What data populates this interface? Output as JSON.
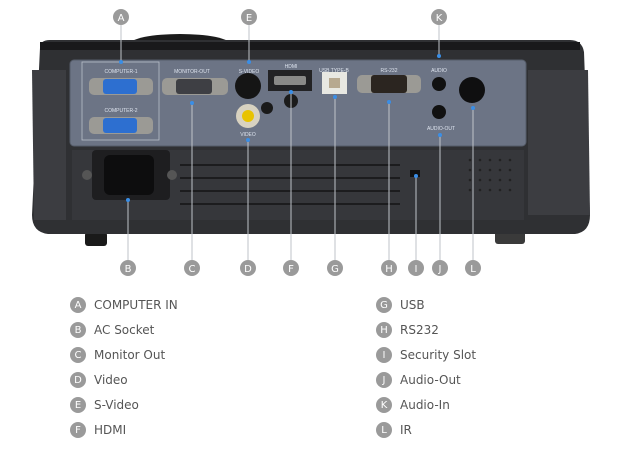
{
  "callouts": {
    "top": [
      "A",
      "E",
      "K"
    ],
    "bottom": [
      "B",
      "C",
      "D",
      "F",
      "G",
      "H",
      "I",
      "J",
      "L"
    ]
  },
  "ports": {
    "computer1": "COMPUTER-1",
    "computer2": "COMPUTER-2",
    "monitor_out": "MONITOR-OUT",
    "s_video": "S-VIDEO",
    "hdmi": "HDMI",
    "usb": "USB TYPE-B",
    "rs232": "RS-232",
    "audio": "AUDIO",
    "audio_out": "AUDIO-OUT",
    "video": "VIDEO"
  },
  "legend": {
    "left": [
      {
        "key": "A",
        "label": "COMPUTER IN"
      },
      {
        "key": "B",
        "label": "AC Socket"
      },
      {
        "key": "C",
        "label": "Monitor Out"
      },
      {
        "key": "D",
        "label": "Video"
      },
      {
        "key": "E",
        "label": "S-Video"
      },
      {
        "key": "F",
        "label": "HDMI"
      }
    ],
    "right": [
      {
        "key": "G",
        "label": "USB"
      },
      {
        "key": "H",
        "label": "RS232"
      },
      {
        "key": "I",
        "label": "Security Slot"
      },
      {
        "key": "J",
        "label": "Audio-Out"
      },
      {
        "key": "K",
        "label": "Audio-In"
      },
      {
        "key": "L",
        "label": "IR"
      }
    ]
  },
  "colors": {
    "callout": "#9a9a9a",
    "marker": "#3a8ee6",
    "body": "#2b2b2e",
    "panel": "#6b7384"
  }
}
